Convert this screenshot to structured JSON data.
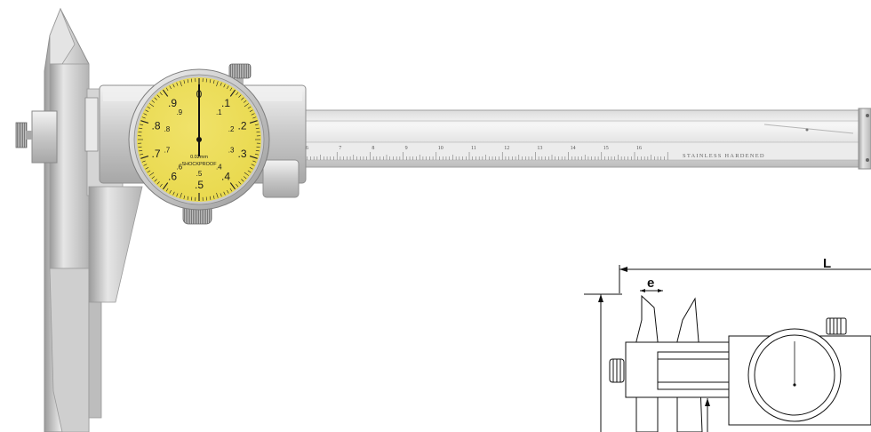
{
  "photo": {
    "dial": {
      "numbers": [
        {
          "text": "0",
          "deg": 0
        },
        {
          "text": ".1",
          "deg": 36
        },
        {
          "text": ".2",
          "deg": 72
        },
        {
          "text": ".3",
          "deg": 108
        },
        {
          "text": ".4",
          "deg": 144
        },
        {
          "text": ".5",
          "deg": 180
        },
        {
          "text": ".6",
          "deg": 216
        },
        {
          "text": ".7",
          "deg": 252
        },
        {
          "text": ".8",
          "deg": 288
        },
        {
          "text": ".9",
          "deg": 324
        }
      ],
      "inner_numbers": [
        {
          "text": ".9",
          "deg": -36
        },
        {
          "text": ".8",
          "deg": -72
        },
        {
          "text": ".7",
          "deg": -108
        },
        {
          "text": ".6",
          "deg": -144
        },
        {
          "text": ".5",
          "deg": -180
        },
        {
          "text": ".4",
          "deg": -216
        },
        {
          "text": ".3",
          "deg": -252
        },
        {
          "text": ".2",
          "deg": -288
        },
        {
          "text": ".1",
          "deg": -324
        }
      ],
      "resolution_label": "0.02mm",
      "brand_label": "SHOCKPROOF",
      "face_color": "#e8d84a"
    },
    "beam": {
      "scale_numbers": [
        "6",
        "7",
        "8",
        "9",
        "10",
        "11",
        "12",
        "13",
        "14",
        "15",
        "16"
      ],
      "engraving": "STAINLESS HARDENED"
    }
  },
  "drawing": {
    "label_L": "L",
    "label_e": "e"
  }
}
